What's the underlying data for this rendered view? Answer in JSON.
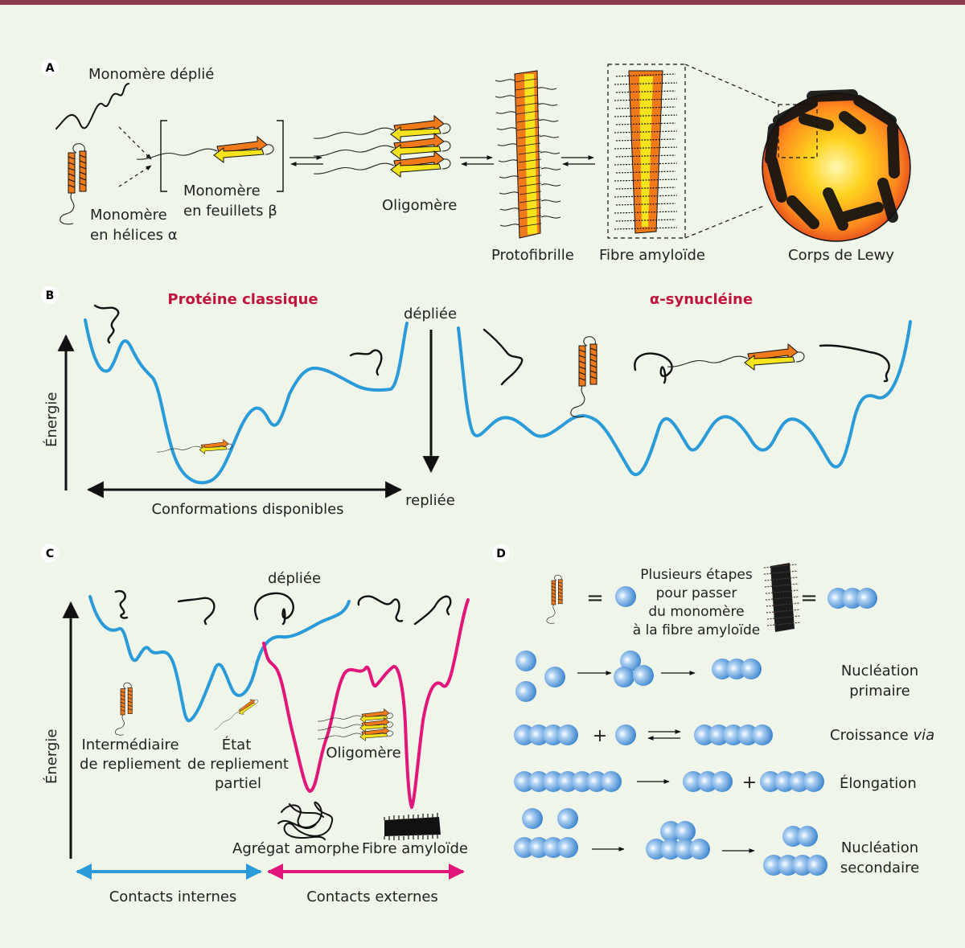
{
  "colors": {
    "background": "#eff6e9",
    "top_bar": "#8c3b4a",
    "curve_blue": "#2a9ad8",
    "curve_pink": "#e2157b",
    "title_red": "#c0143c",
    "strand_orange": "#f07a1a",
    "strand_yellow": "#f7e31c",
    "sphere_blue": "#3b86d2"
  },
  "panel_a": {
    "letter": "A",
    "monomere_deplie": "Monomère déplié",
    "monomere_helices_1": "Monomère",
    "monomere_helices_2": "en hélices α",
    "monomere_feuillets_1": "Monomère",
    "monomere_feuillets_2": "en feuillets β",
    "oligomere": "Oligomère",
    "protofibrille": "Protofibrille",
    "fibre_amyloide": "Fibre amyloïde",
    "corps_de_lewy": "Corps de Lewy"
  },
  "panel_b": {
    "letter": "B",
    "title_left": "Protéine classique",
    "title_right": "α-synucléine",
    "axis_energy": "Énergie",
    "axis_conformations": "Conformations disponibles",
    "top_label": "dépliée",
    "bottom_label": "repliée"
  },
  "panel_c": {
    "letter": "C",
    "depliee": "dépliée",
    "axis_energy": "Énergie",
    "intermediaire_1": "Intermédiaire",
    "intermediaire_2": "de repliement",
    "etat_1": "État",
    "etat_2": "de repliement",
    "etat_3": "partiel",
    "oligomere": "Oligomère",
    "agregat": "Agrégat amorphe",
    "fibre": "Fibre amyloïde",
    "contacts_internes": "Contacts internes",
    "contacts_externes": "Contacts externes"
  },
  "panel_d": {
    "letter": "D",
    "eq_sign": "=",
    "plus_sign": "+",
    "legend_1": "Plusieurs étapes",
    "legend_2": "pour passer",
    "legend_3": "du monomère",
    "legend_4": "à la fibre amyloïde",
    "nucleation_primaire_1": "Nucléation",
    "nucleation_primaire_2": "primaire",
    "croissance": "Croissance ",
    "croissance_via": "via",
    "elongation": "Élongation",
    "nucleation_secondaire_1": "Nucléation",
    "nucleation_secondaire_2": "secondaire"
  }
}
